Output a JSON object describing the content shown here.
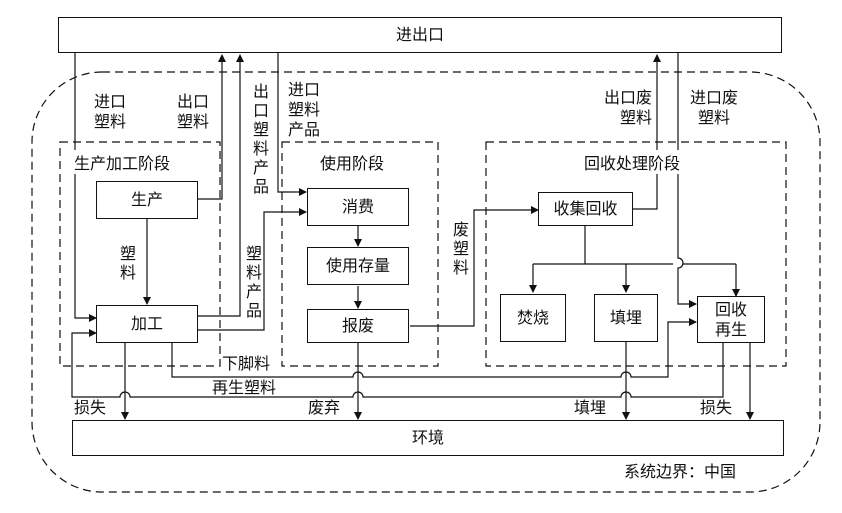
{
  "nodes": {
    "import_export": "进出口",
    "environment": "环境",
    "production": "生产",
    "processing": "加工",
    "consumption": "消费",
    "stock_in_use": "使用存量",
    "scrap": "报废",
    "collection": "收集回收",
    "incineration": "焚烧",
    "landfill": "填埋",
    "recycling": "回收再生"
  },
  "stages": {
    "production_stage": "生产加工阶段",
    "use_stage": "使用阶段",
    "recycling_stage": "回收处理阶段"
  },
  "boundary": "系统边界：中国",
  "flows": {
    "import_plastic": "进口塑料",
    "export_plastic": "出口塑料",
    "export_plastic_products": "出口塑料产品",
    "import_plastic_products": "进口塑料产品",
    "export_waste_plastic": "出口废塑料",
    "import_waste_plastic": "进口废塑料",
    "plastic": "塑料",
    "plastic_products": "塑料产品",
    "waste_plastic": "废塑料",
    "scraps": "下脚料",
    "recycled_plastic": "再生塑料",
    "loss_left": "损失",
    "discard": "废弃",
    "landfill_flow": "填埋",
    "loss_right": "损失"
  }
}
